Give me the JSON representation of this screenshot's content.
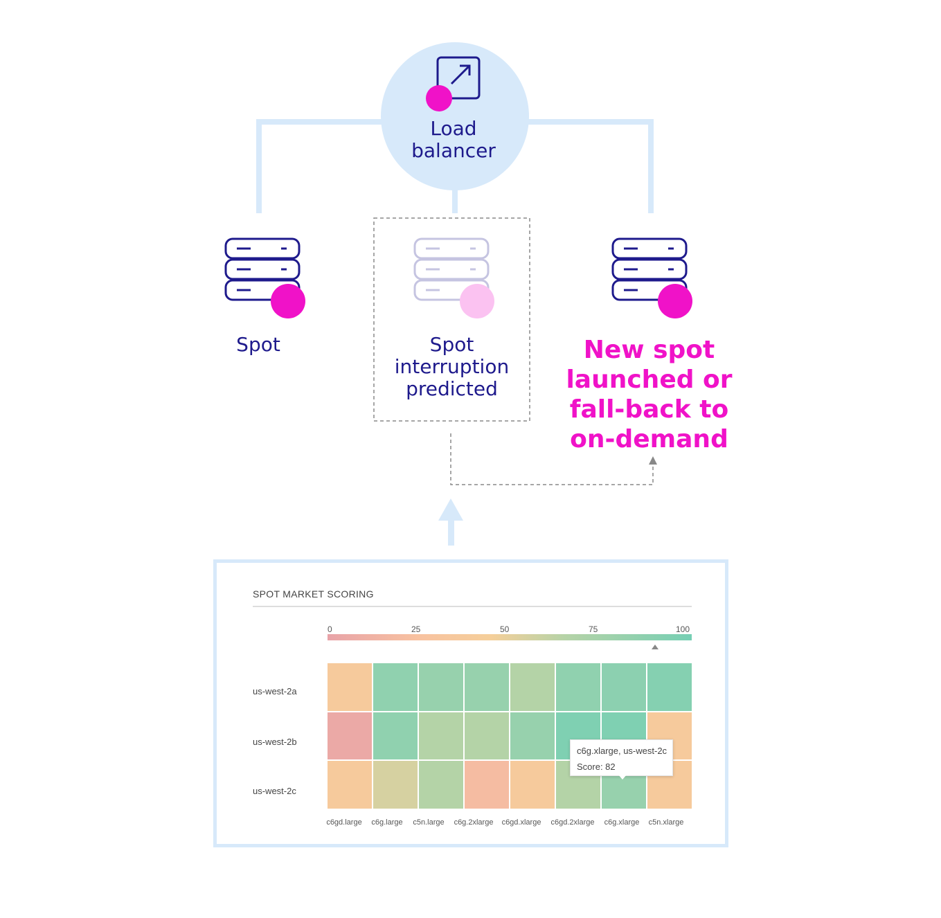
{
  "load_balancer": {
    "label_line1": "Load",
    "label_line2": "balancer"
  },
  "nodes": [
    {
      "label": "Spot"
    },
    {
      "label_line1": "Spot",
      "label_line2": "interruption",
      "label_line3": "predicted"
    },
    {
      "label_line1": "New spot",
      "label_line2": "launched or",
      "label_line3": "fall-back to",
      "label_line4": "on-demand"
    }
  ],
  "colors": {
    "navy": "#1e1a8c",
    "magenta": "#f012c8",
    "light_blue": "#d7e9fa",
    "dashed_gray": "#888888"
  },
  "icons": [
    "external-link-icon",
    "server-icon"
  ],
  "scoring_panel": {
    "title": "SPOT MARKET SCORING",
    "scale_ticks": [
      "0",
      "25",
      "50",
      "75",
      "100"
    ],
    "indicator_value": 90,
    "tooltip": {
      "line1": "c6g.xlarge, us-west-2c",
      "line2": "Score: 82"
    }
  },
  "chart_data": {
    "type": "heatmap",
    "title": "SPOT MARKET SCORING",
    "x": [
      "c6gd.large",
      "c6g.large",
      "c5n.large",
      "c6g.2xlarge",
      "c6gd.xlarge",
      "c6gd.2xlarge",
      "c6g.xlarge",
      "c5n.xlarge"
    ],
    "y": [
      "us-west-2a",
      "us-west-2b",
      "us-west-2c"
    ],
    "range": [
      0,
      100
    ],
    "values": [
      [
        38,
        86,
        82,
        82,
        66,
        86,
        88,
        92
      ],
      [
        5,
        86,
        66,
        66,
        82,
        95,
        95,
        38
      ],
      [
        38,
        55,
        66,
        20,
        38,
        66,
        82,
        38
      ]
    ]
  }
}
